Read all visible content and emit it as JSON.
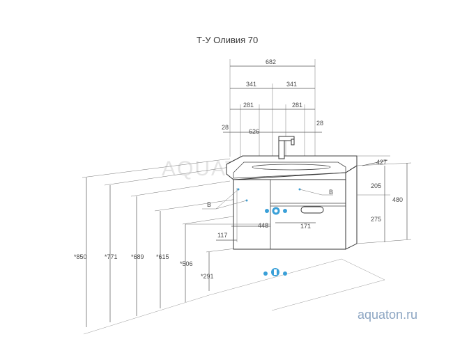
{
  "title": "Т-У Оливия 70",
  "watermark": "AQUATON",
  "website": "aquaton.ru",
  "accent_color": "#3aa0d8",
  "dims_top": {
    "overall_width": "682",
    "half_left": "341",
    "half_right": "341",
    "inner_left": "281",
    "inner_right": "281",
    "basin_width": "626",
    "offset_left": "28",
    "offset_right": "28"
  },
  "dims_right": {
    "depth": "427",
    "top_section": "205",
    "total_height": "480",
    "bottom_section": "275"
  },
  "dims_inner": {
    "depth_448": "448",
    "depth_171": "171",
    "offset_117": "117"
  },
  "dims_left": {
    "h850": "*850",
    "h771": "*771",
    "h689": "*689",
    "h615": "*615",
    "h506": "*506",
    "h291": "*291"
  },
  "labels": {
    "b_left": "B",
    "b_right": "B"
  }
}
